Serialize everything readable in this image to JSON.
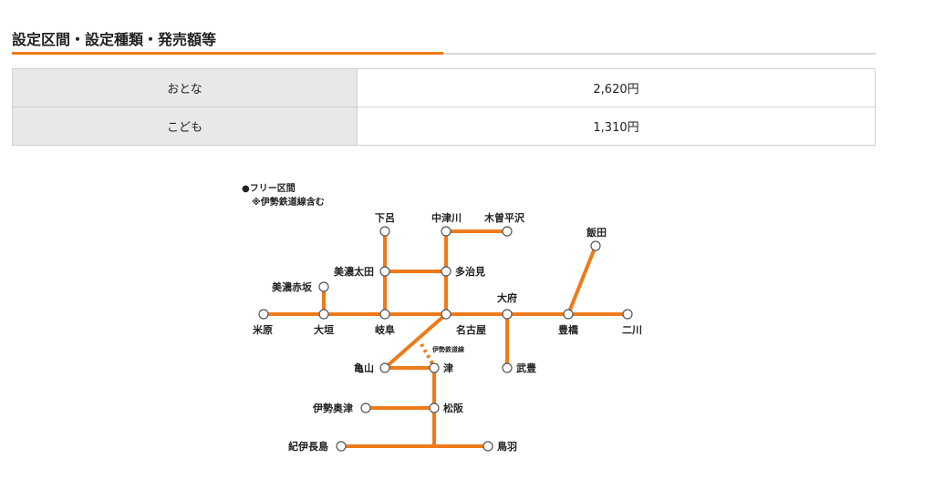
{
  "section": {
    "title": "設定区間・設定種類・発売額等"
  },
  "fares": [
    {
      "label": "おとな",
      "price": "2,620円"
    },
    {
      "label": "こども",
      "price": "1,310円"
    }
  ],
  "map": {
    "legend_title": "●フリー区間",
    "legend_note": "※伊勢鉄道線含む",
    "ise_railway_label": "伊勢鉄道線",
    "stations": {
      "maibara": "米原",
      "ogaki": "大垣",
      "mino_akasaka": "美濃赤坂",
      "gifu": "岐阜",
      "mino_ota": "美濃太田",
      "gero": "下呂",
      "nagoya": "名古屋",
      "tajimi": "多治見",
      "nakatsugawa": "中津川",
      "kiso_hirasawa": "木曽平沢",
      "obu": "大府",
      "taketoyo": "武豊",
      "toyohashi": "豊橋",
      "iida": "飯田",
      "futagawa": "二川",
      "kameyama": "亀山",
      "tsu": "津",
      "matsusaka": "松阪",
      "ise_okitsu": "伊勢奥津",
      "kii_nagashima": "紀伊長島",
      "toba": "鳥羽"
    }
  }
}
